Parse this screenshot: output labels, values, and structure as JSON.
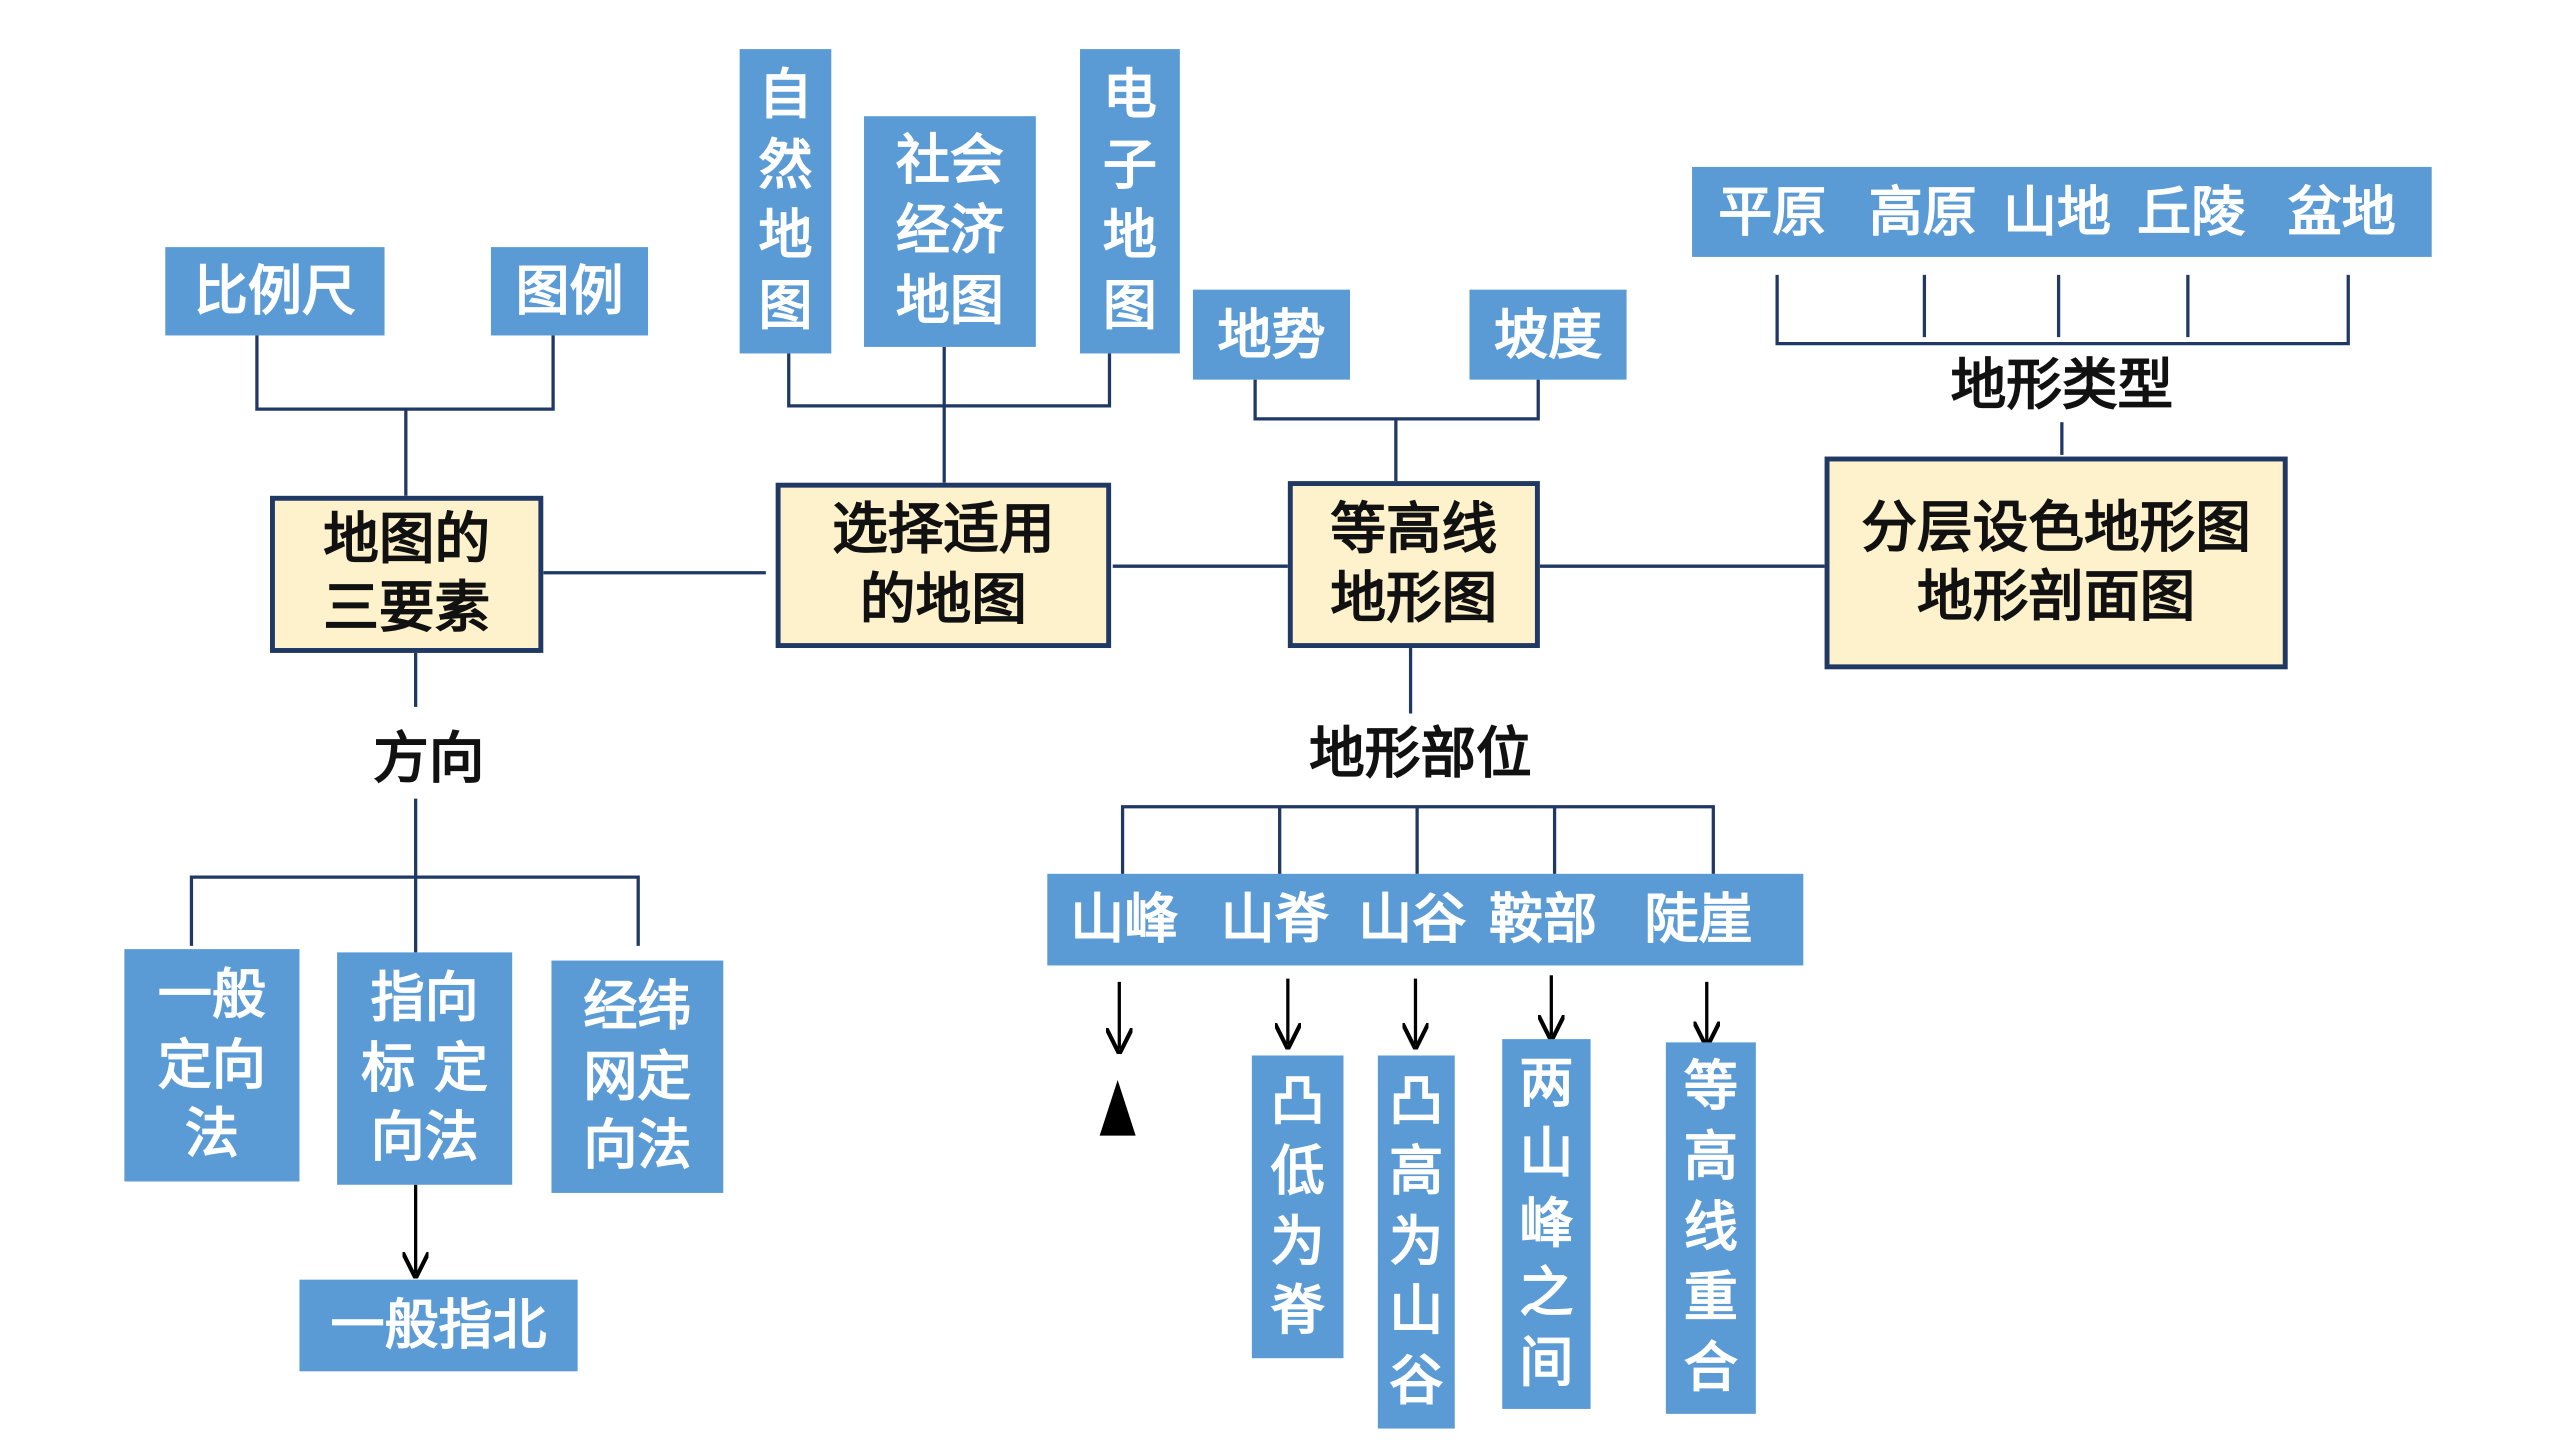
{
  "core": {
    "three_elements": "地图的\n三要素",
    "choose_map": "选择适用\n的地图",
    "contour_map": "等高线\n地形图",
    "layered_map": "分层设色地形图\n地形剖面图"
  },
  "three_elements_branch": {
    "scale": "比例尺",
    "legend": "图例",
    "direction": "方向",
    "methods": [
      "一般\n定向\n法",
      "指向\n标 定\n向法",
      "经纬\n网定\n向法"
    ],
    "general_north": "一般指北"
  },
  "map_types": {
    "natural": "自\n然\n地\n图",
    "socio_economic": "社会\n经济\n地图",
    "electronic": "电\n子\n地\n图"
  },
  "contour_branch": {
    "trend": "地势",
    "slope": "坡度",
    "parts_label": "地形部位",
    "parts": [
      "山峰",
      "山脊",
      "山谷",
      "鞍部",
      "陡崖"
    ],
    "ridge_desc": "凸\n低\n为\n脊",
    "valley_desc": "凸\n高\n为\n山\n谷",
    "saddle_desc": "两\n山\n峰\n之\n间",
    "cliff_desc": "等\n高\n线\n重\n合"
  },
  "terrain_types": {
    "label": "地形类型",
    "items": [
      "平原",
      "高原",
      "山地",
      "丘陵",
      "盆地"
    ]
  }
}
